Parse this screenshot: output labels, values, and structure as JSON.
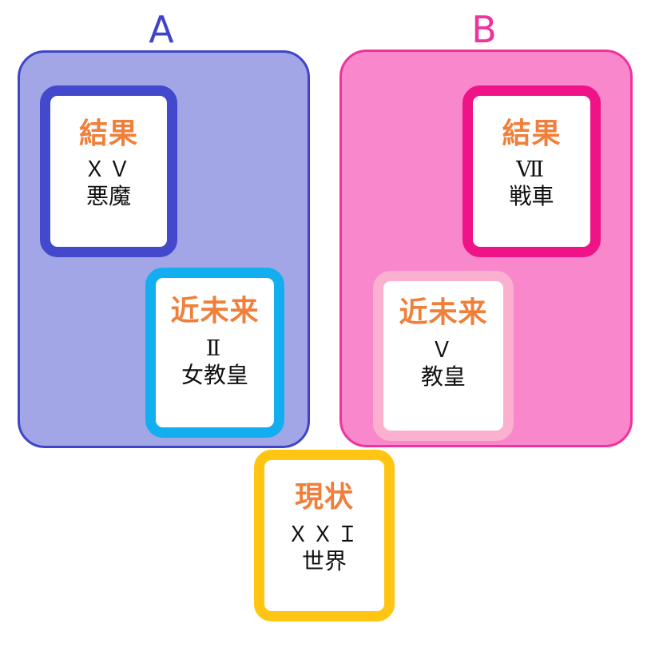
{
  "groups": {
    "a": {
      "label": "A",
      "color": "#3f44c9",
      "fill": "#a3a6e6"
    },
    "b": {
      "label": "B",
      "color": "#f0339c",
      "fill": "#f987cc"
    }
  },
  "cards": {
    "a_result": {
      "title": "結果",
      "numeral": "ＸＶ",
      "name": "悪魔",
      "border": "#4448cc"
    },
    "a_near_future": {
      "title": "近未来",
      "numeral": "Ⅱ",
      "name": "女教皇",
      "border": "#12aef0"
    },
    "b_result": {
      "title": "結果",
      "numeral": "Ⅶ",
      "name": "戦車",
      "border": "#ef1387"
    },
    "b_near_future": {
      "title": "近未来",
      "numeral": "Ｖ",
      "name": "教皇",
      "border": "#fbb0cf"
    },
    "present": {
      "title": "現状",
      "numeral": "ＸＸＩ",
      "name": "世界",
      "border": "#ffc512"
    }
  },
  "colors": {
    "title_text": "#f07f3a",
    "body_text": "#111111"
  }
}
